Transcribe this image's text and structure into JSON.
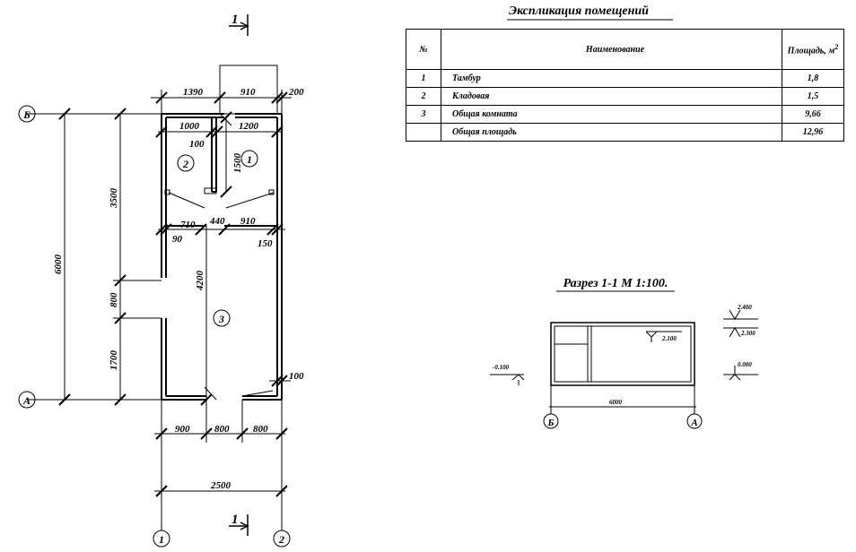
{
  "explication": {
    "title": "Экспликация помещений",
    "headers": {
      "num": "№",
      "name": "Наименование",
      "area": "Площадь, м",
      "area_sup": "2"
    },
    "rows": [
      {
        "num": "1",
        "name": "Тамбур",
        "area": "1,8"
      },
      {
        "num": "2",
        "name": "Кладовая",
        "area": "1,5"
      },
      {
        "num": "3",
        "name": "Общая комната",
        "area": "9,66"
      },
      {
        "num": "",
        "name": "Общая площадь",
        "area": "12,96"
      }
    ]
  },
  "plan": {
    "section_mark": "1",
    "axes": {
      "B": "Б",
      "A": "А",
      "one": "1",
      "two": "2"
    },
    "rooms": {
      "r1": "1",
      "r2": "2",
      "r3": "3"
    },
    "dims": {
      "d1390": "1390",
      "d910a": "910",
      "d200": "200",
      "d1000": "1000",
      "d100a": "100",
      "d1200": "1200",
      "d1500": "1500",
      "d710": "710",
      "d440": "440",
      "d910b": "910",
      "d90": "90",
      "d150": "150",
      "d3500": "3500",
      "d6000": "6000",
      "d4200": "4200",
      "d800v": "800",
      "d1700": "1700",
      "d100b": "100",
      "d900": "900",
      "d800a": "800",
      "d800b": "800",
      "d2500": "2500"
    }
  },
  "section": {
    "title": "Разрез 1-1 М 1:100.",
    "levels": {
      "l2400": "2.400",
      "l2300": "2.300",
      "l2100": "2.100",
      "l0000": "0.000",
      "lm0100": "-0.100"
    },
    "width_dim": "6000",
    "axes": {
      "B": "Б",
      "A": "А"
    }
  }
}
